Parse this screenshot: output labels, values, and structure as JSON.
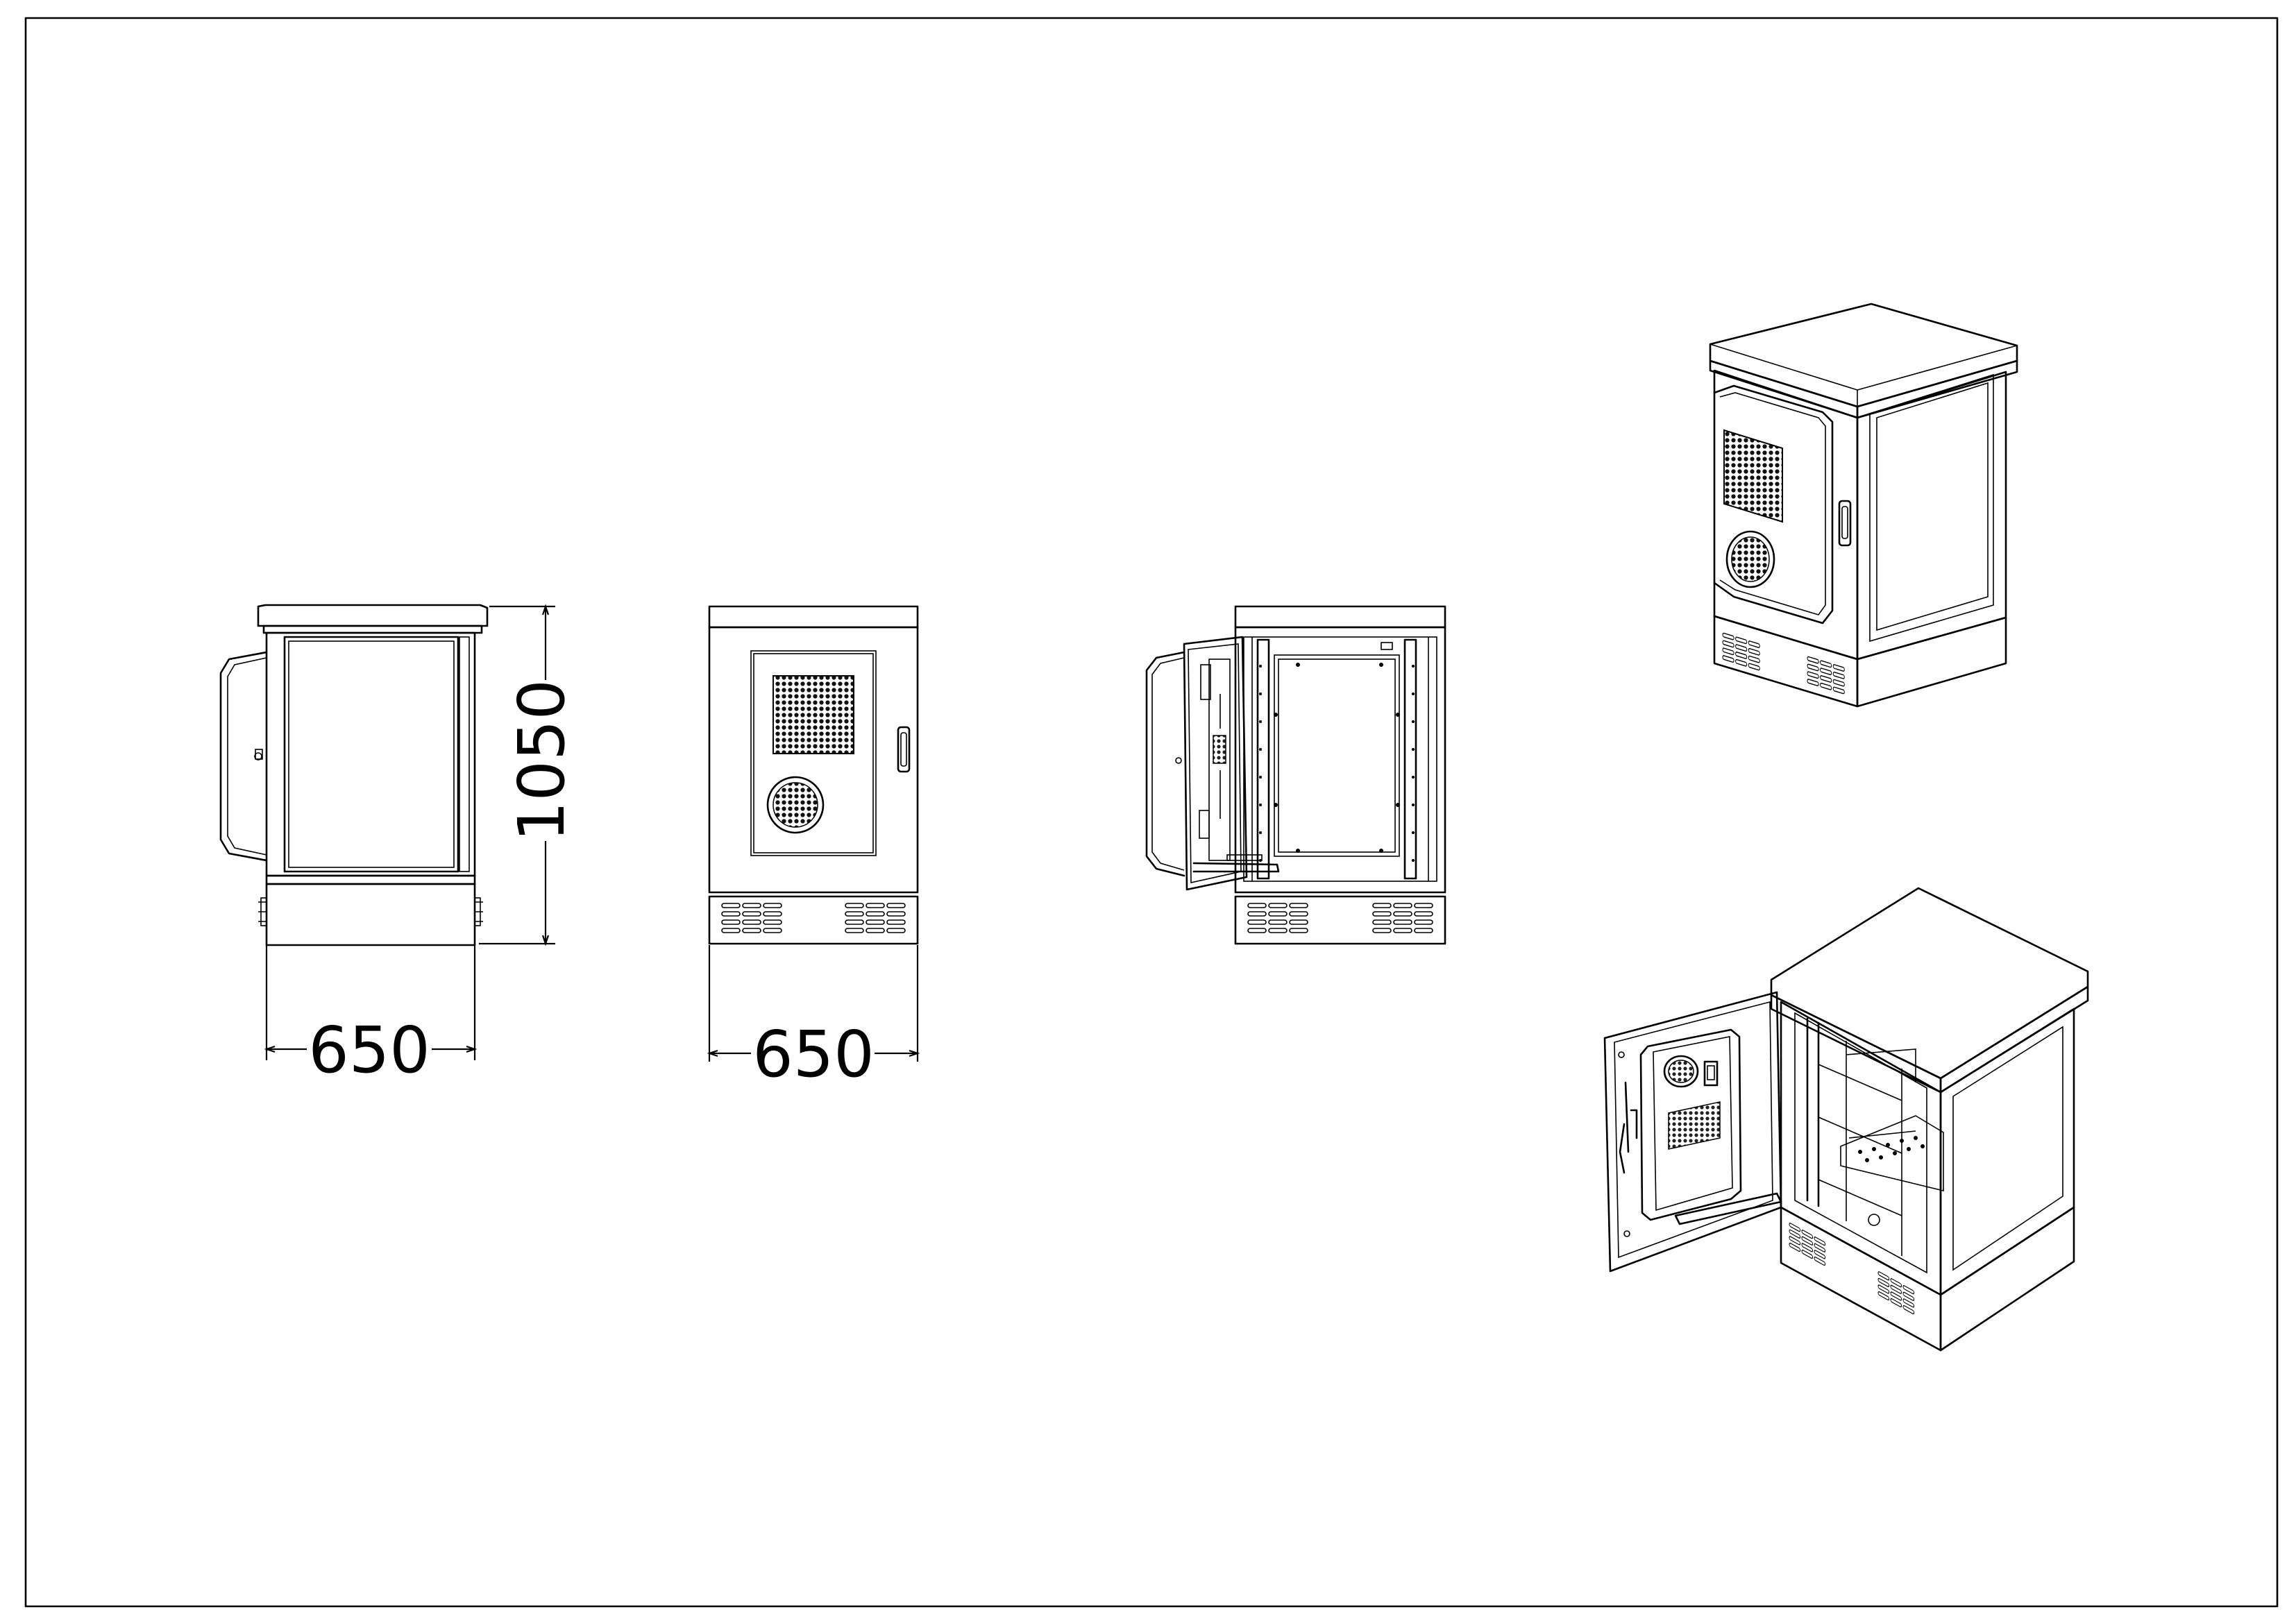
{
  "drawing": {
    "dimensions": {
      "side_width": "650",
      "front_width": "650",
      "height": "1050"
    },
    "views": [
      "side-view",
      "front-view",
      "front-open-view",
      "iso-closed-view",
      "iso-open-view"
    ]
  }
}
